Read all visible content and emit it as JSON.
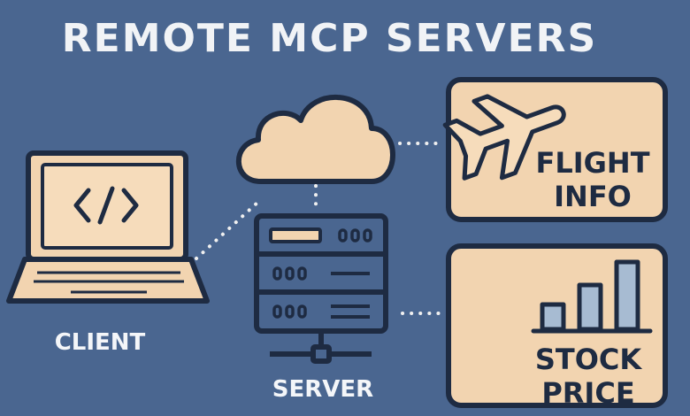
{
  "title": "REMOTE MCP SERVERS",
  "client": {
    "label": "CLIENT",
    "icon": "code-brackets-icon"
  },
  "server": {
    "label": "SERVER",
    "icon": "server-rack-icon"
  },
  "cloud": {
    "icon": "cloud-icon"
  },
  "services": {
    "flight": {
      "line1": "FLIGHT",
      "line2": "INFO",
      "icon": "airplane-icon"
    },
    "stock": {
      "line1": "STOCK",
      "line2": "PRICE",
      "icon": "bar-chart-icon"
    }
  },
  "colors": {
    "background": "#4a6690",
    "fill": "#f2d4b0",
    "outline": "#1e2b42",
    "connector": "#f0f0f0"
  }
}
